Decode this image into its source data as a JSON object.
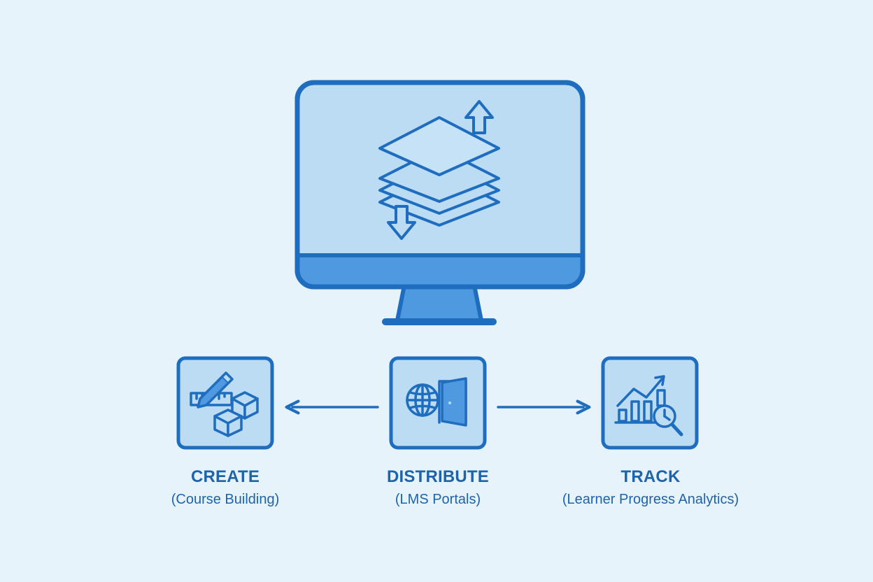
{
  "steps": [
    {
      "title": "CREATE",
      "subtitle": "(Course Building)"
    },
    {
      "title": "DISTRIBUTE",
      "subtitle": "(LMS Portals)"
    },
    {
      "title": "TRACK",
      "subtitle": "(Learner Progress Analytics)"
    }
  ],
  "icons": {
    "monitor": "monitor-icon",
    "layers": "layers-stack-icon",
    "create": "ruler-pencil-blocks-icon",
    "distribute": "globe-door-icon",
    "track": "bar-chart-magnifier-clock-icon"
  },
  "colors": {
    "background": "#e6f3fb",
    "stroke": "#1f6dbf",
    "fill_light": "#bcdcf3",
    "fill_accent": "#4f99e0",
    "text": "#1f63a8"
  }
}
